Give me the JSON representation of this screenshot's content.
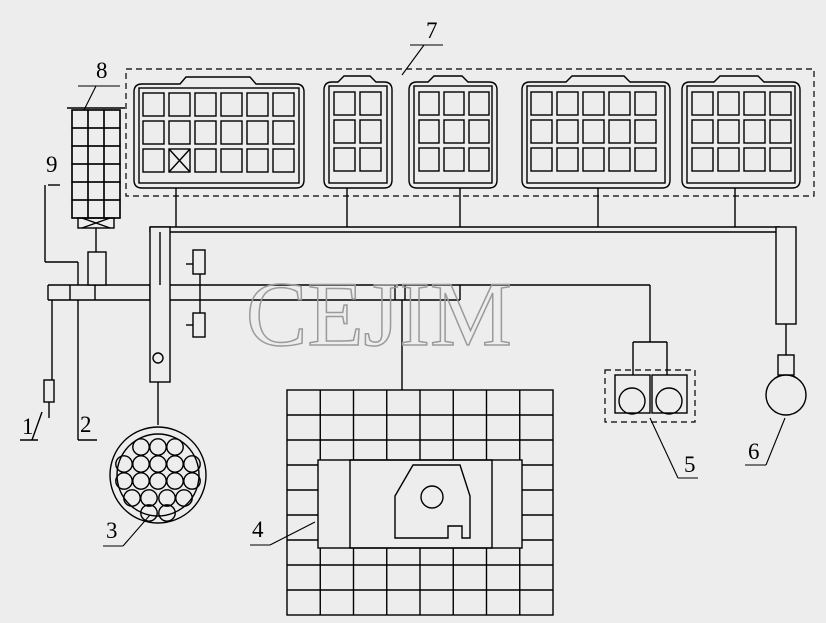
{
  "watermark": "CEJIM",
  "labels": {
    "l1": "1",
    "l2": "2",
    "l3": "3",
    "l4": "4",
    "l5": "5",
    "l6": "6",
    "l7": "7",
    "l8": "8",
    "l9": "9"
  },
  "colors": {
    "background": "#ededed",
    "line": "#000000",
    "watermark": "#9a9a9a"
  }
}
